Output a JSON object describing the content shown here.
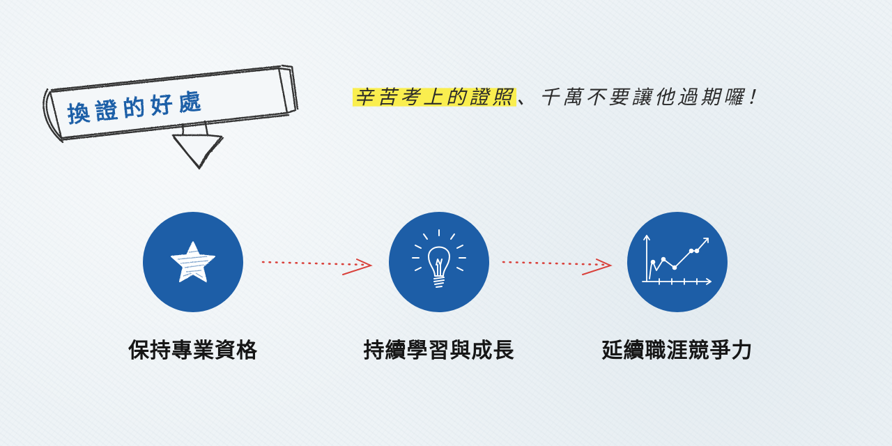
{
  "banner": {
    "title": "換證的好處",
    "color": "#1d5ea7"
  },
  "tagline": {
    "highlighted": "辛苦考上的證照",
    "rest": "、千萬不要讓他過期囉！",
    "highlight_color": "#f8ea3c"
  },
  "steps": [
    {
      "label": "保持專業資格",
      "icon": "star-icon"
    },
    {
      "label": "持續學習與成長",
      "icon": "lightbulb-icon"
    },
    {
      "label": "延續職涯競爭力",
      "icon": "growth-chart-icon"
    }
  ],
  "colors": {
    "circle": "#1d5ea7",
    "arrow": "#d9403a",
    "text": "#161616"
  }
}
